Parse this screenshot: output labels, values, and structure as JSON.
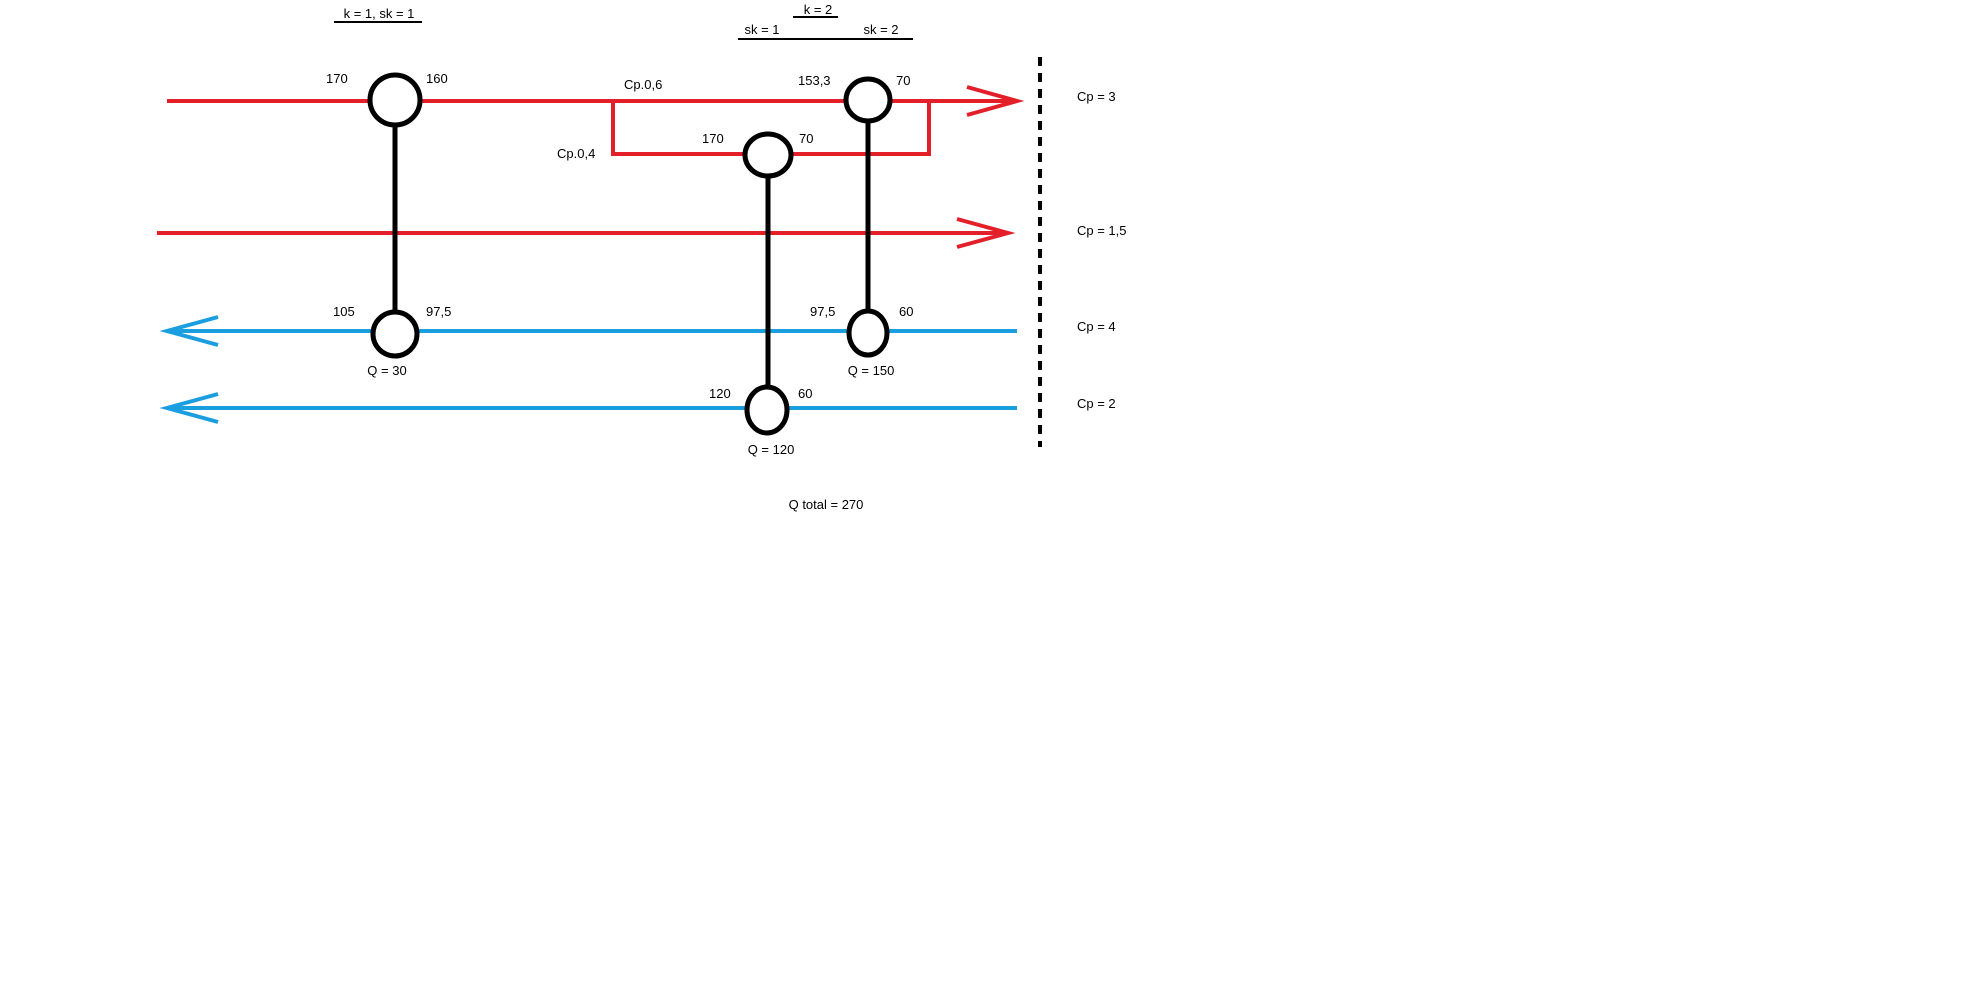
{
  "colors": {
    "hot": "#e3202a",
    "cold": "#1a9ee0",
    "link": "#000000"
  },
  "headers": {
    "stage1": "k = 1, sk = 1",
    "stage2": "k = 2",
    "sub1": "sk = 1",
    "sub2": "sk = 2"
  },
  "streams": {
    "hot1_cp": "Cp = 3",
    "hot2_cp": "Cp = 1,5",
    "cold1_cp": "Cp = 4",
    "cold2_cp": "Cp = 2"
  },
  "split": {
    "branch_top": "Cp.0,6",
    "branch_bottom": "Cp.0,4"
  },
  "exchangers": {
    "e1": {
      "hot_in": "170",
      "hot_out": "160",
      "cold_out": "105",
      "cold_in": "97,5",
      "duty": "Q = 30"
    },
    "e2": {
      "hot_in": "170",
      "hot_out": "70",
      "cold_out": "120",
      "cold_in": "60",
      "duty": "Q = 120"
    },
    "e3": {
      "hot_in": "153,3",
      "hot_out": "70",
      "cold_out": "97,5",
      "cold_in": "60",
      "duty": "Q = 150"
    }
  },
  "total": "Q total = 270"
}
